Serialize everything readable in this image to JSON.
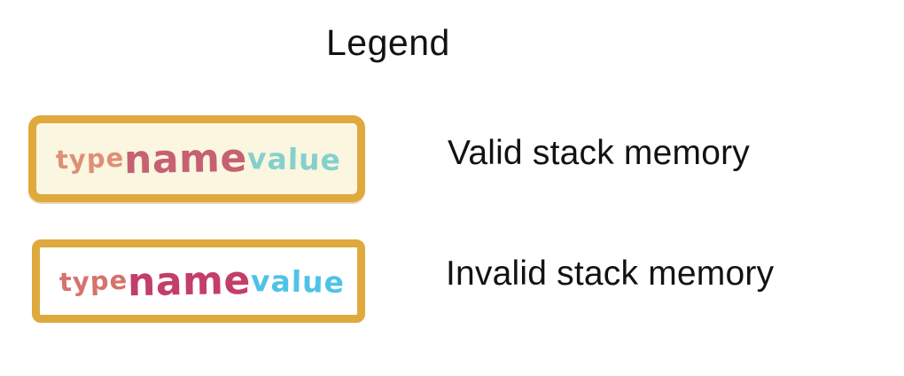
{
  "title": "Legend",
  "colors": {
    "border-gold": "#dfa93e",
    "valid-fill": "#faf6df",
    "invalid-fill": "#ffffff",
    "valid-type": "#de8f75",
    "valid-name": "#c66073",
    "valid-value": "#84d0cc",
    "invalid-type": "#d7726c",
    "invalid-name": "#c33e68",
    "invalid-value": "#4fc3e7",
    "label-text": "#121212"
  },
  "legend_items": [
    {
      "id": "valid",
      "box_words": {
        "type": "type",
        "name": "name",
        "value": "value"
      },
      "label": "Valid stack memory"
    },
    {
      "id": "invalid",
      "box_words": {
        "type": "type",
        "name": "name",
        "value": "value"
      },
      "label": "Invalid stack memory"
    }
  ]
}
